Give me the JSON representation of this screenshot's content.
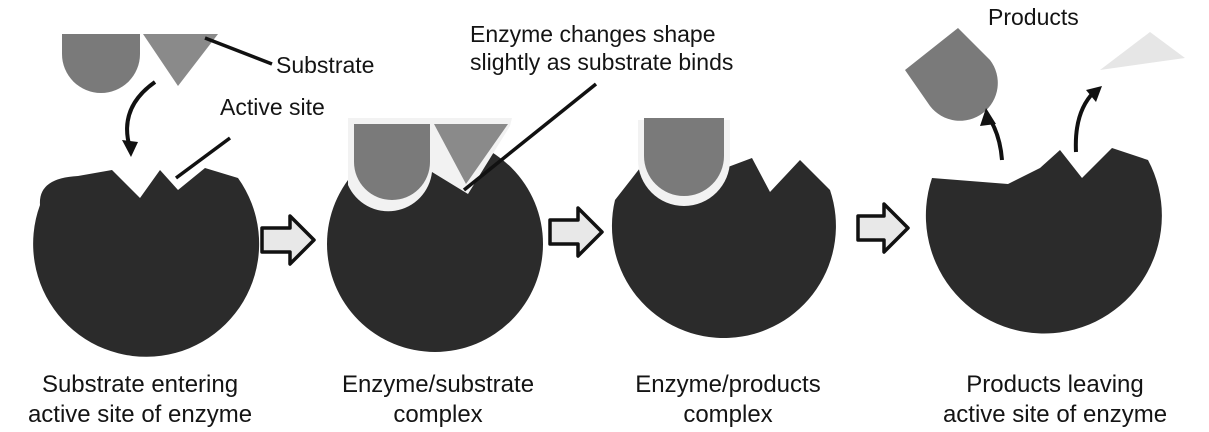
{
  "annotations": {
    "substrate": "Substrate",
    "active_site": "Active site",
    "shape_change_line1": "Enzyme changes shape",
    "shape_change_line2": "slightly as substrate binds",
    "products": "Products"
  },
  "stages": [
    {
      "line1": "Substrate entering",
      "line2": "active site of enzyme"
    },
    {
      "line1": "Enzyme/substrate",
      "line2": "complex"
    },
    {
      "line1": "Enzyme/products",
      "line2": "complex"
    },
    {
      "line1": "Products leaving",
      "line2": "active site of enzyme"
    }
  ],
  "colors": {
    "enzyme": "#2b2b2b",
    "substrate_round": "#7a7a7a",
    "substrate_triangle": "#8a8a8a",
    "product_fading": "#e6e6e6",
    "arrow_fill": "#e8e8e8",
    "line": "#111111"
  }
}
